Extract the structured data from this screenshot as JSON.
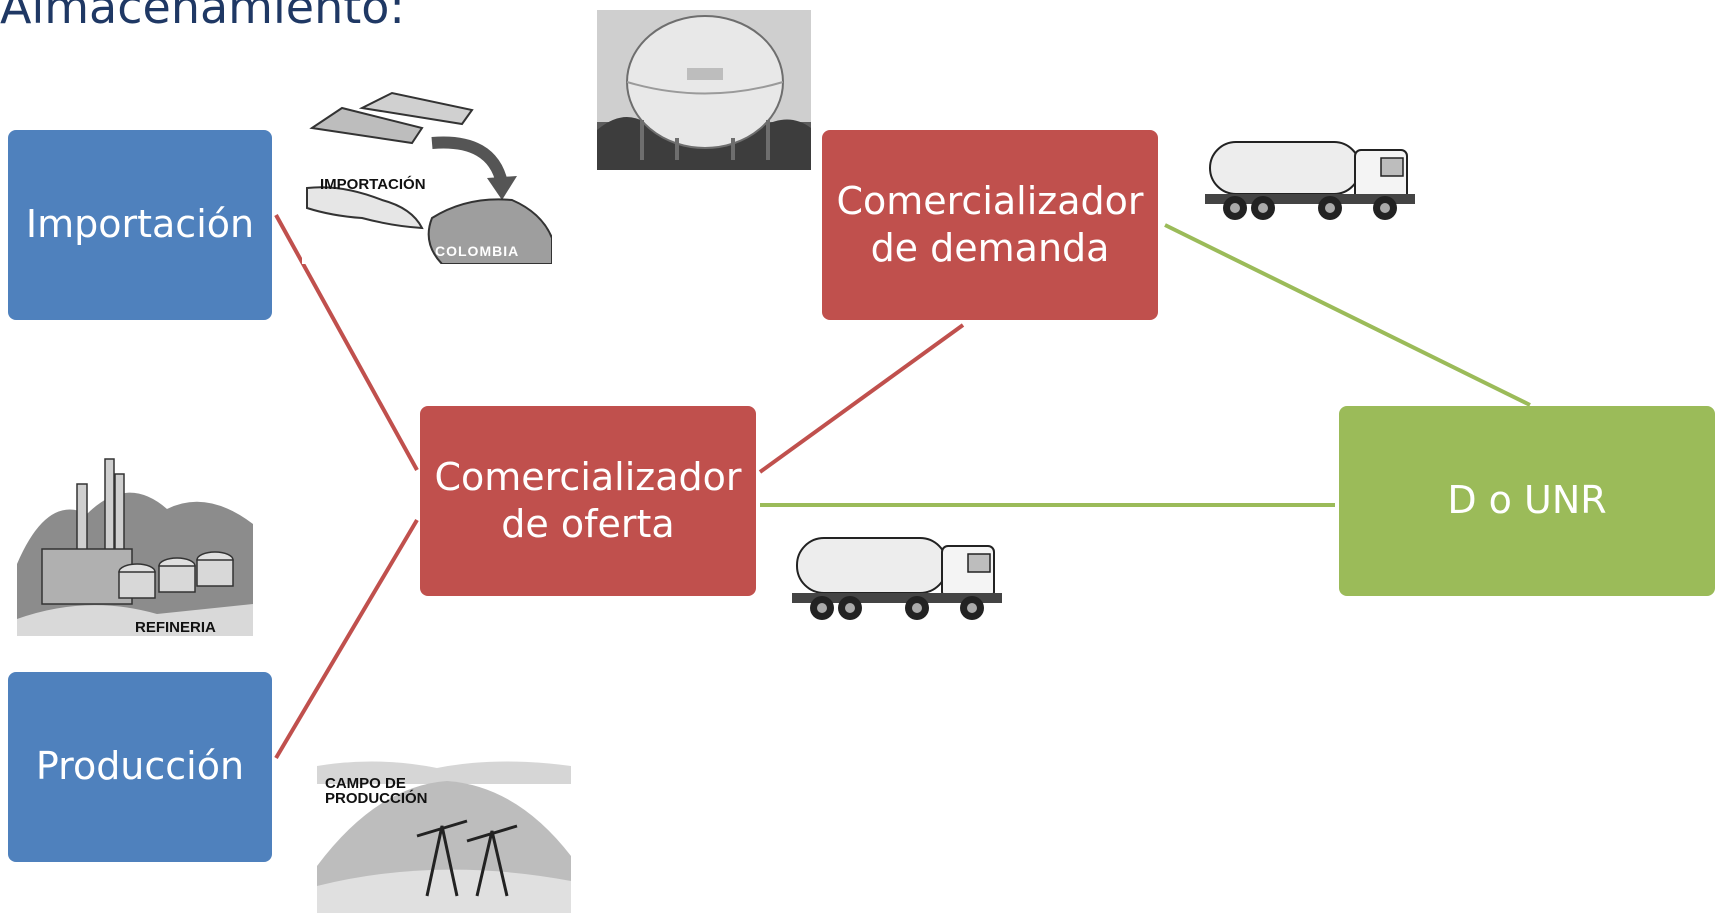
{
  "title": "Almacenamiento:",
  "nodes": {
    "importacion": "Importación",
    "produccion": "Producción",
    "comercializador_oferta": "Comercializador de oferta",
    "comercializador_demanda": "Comercializador de demanda",
    "d_o_unr": "D o UNR"
  },
  "pictures": {
    "importacion_label": "IMPORTACIÓN",
    "colombia_label": "COLOMBIA",
    "refineria_label": "REFINERIA",
    "campo_label_1": "CAMPO DE",
    "campo_label_2": "PRODUCCIÓN"
  },
  "colors": {
    "blue": "#4f81bd",
    "red": "#c0504d",
    "green": "#9bbb59",
    "title": "#1f3864"
  }
}
